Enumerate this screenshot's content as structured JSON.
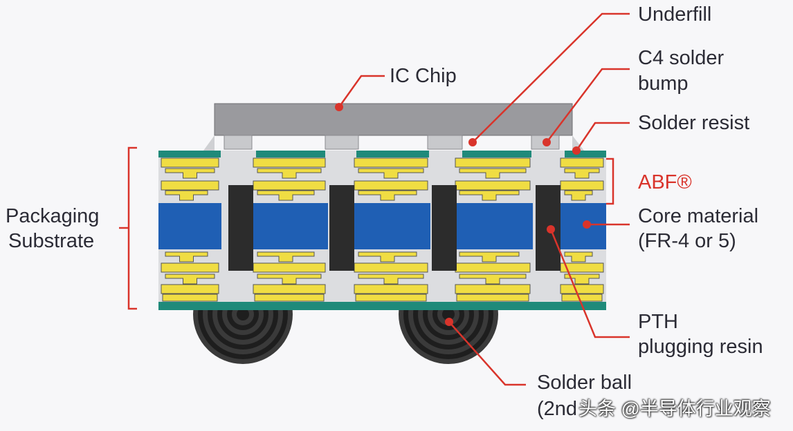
{
  "labels": {
    "ic_chip": "IC Chip",
    "underfill": "Underfill",
    "c4_solder_bump": [
      "C4 solder",
      "bump"
    ],
    "solder_resist": "Solder resist",
    "abf": "ABF®",
    "core_material": [
      "Core material",
      "(FR-4 or 5)"
    ],
    "pth_plugging_resin": [
      "PTH",
      "plugging resin"
    ],
    "solder_ball": [
      "Solder ball",
      "(2nd"
    ],
    "packaging_substrate": [
      "Packaging",
      "Substrate"
    ]
  },
  "watermark": "头条 @半导体行业观察",
  "colors": {
    "leader": "#d9342b",
    "ic_chip": "#9a9a9e",
    "underfill": "#cfd0d3",
    "solder_resist": "#1f8a7a",
    "abf_copper": "#f0dd43",
    "abf_outline": "#555555",
    "core": "#1f5fb4",
    "pth_resin": "#2c2c2c",
    "solder_ball": "#2a2a2a",
    "bracket": "#d9342b",
    "text": "#2b2b35",
    "background": "#f7f7f9"
  }
}
